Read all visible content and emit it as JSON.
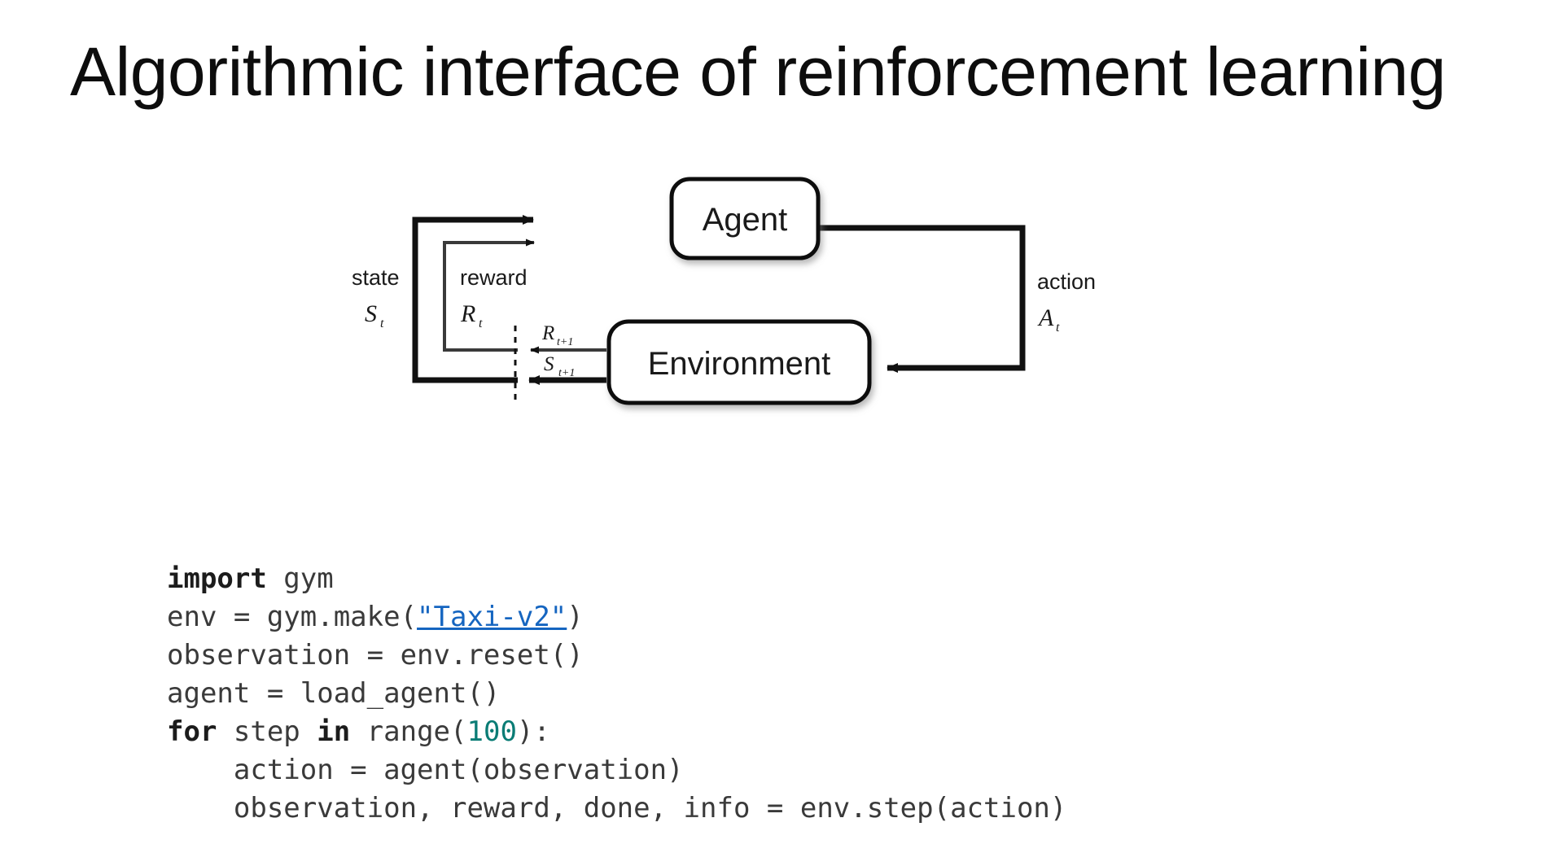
{
  "slide": {
    "title": "Algorithmic interface of reinforcement learning",
    "background_color": "#ffffff",
    "text_color": "#0d0d0d"
  },
  "diagram": {
    "name": "agent-environment-interaction-loop",
    "nodes": [
      {
        "id": "agent",
        "label": "Agent"
      },
      {
        "id": "environment",
        "label": "Environment"
      }
    ],
    "edges": [
      {
        "id": "state",
        "word": "state",
        "symbol": "S",
        "subscript": "t",
        "from": "environment",
        "to": "agent"
      },
      {
        "id": "reward",
        "word": "reward",
        "symbol": "R",
        "subscript": "t",
        "from": "environment",
        "to": "agent"
      },
      {
        "id": "action",
        "word": "action",
        "symbol": "A",
        "subscript": "t",
        "from": "agent",
        "to": "environment"
      }
    ],
    "emitted": [
      {
        "id": "reward-next",
        "symbol": "R",
        "subscript": "t+1"
      },
      {
        "id": "state-next",
        "symbol": "S",
        "subscript": "t+1"
      }
    ]
  },
  "code": {
    "language": "python",
    "keyword_color": "#1c1c1c",
    "number_color": "#0a7c75",
    "link_color": "#1565c0",
    "text_color": "#3a3a3a",
    "lines": [
      {
        "id": "line-1",
        "tokens": [
          {
            "t": "import",
            "k": "kw"
          },
          {
            "t": " gym",
            "k": "txt"
          }
        ]
      },
      {
        "id": "line-2",
        "tokens": [
          {
            "t": "env = gym.make(",
            "k": "txt"
          },
          {
            "t": "\"Taxi-v2\"",
            "k": "link"
          },
          {
            "t": ")",
            "k": "txt"
          }
        ]
      },
      {
        "id": "line-3",
        "tokens": [
          {
            "t": "observation = env.reset()",
            "k": "txt"
          }
        ]
      },
      {
        "id": "line-4",
        "tokens": [
          {
            "t": "agent = load_agent()",
            "k": "txt"
          }
        ]
      },
      {
        "id": "line-5",
        "tokens": [
          {
            "t": "for",
            "k": "kw"
          },
          {
            "t": " step ",
            "k": "txt"
          },
          {
            "t": "in",
            "k": "kw"
          },
          {
            "t": " range(",
            "k": "txt"
          },
          {
            "t": "100",
            "k": "num"
          },
          {
            "t": "):",
            "k": "txt"
          }
        ]
      },
      {
        "id": "line-6",
        "tokens": [
          {
            "t": "    action = agent(observation)",
            "k": "txt"
          }
        ]
      },
      {
        "id": "line-7",
        "tokens": [
          {
            "t": "    observation, reward, done, info = env.step(action)",
            "k": "txt"
          }
        ]
      }
    ]
  }
}
